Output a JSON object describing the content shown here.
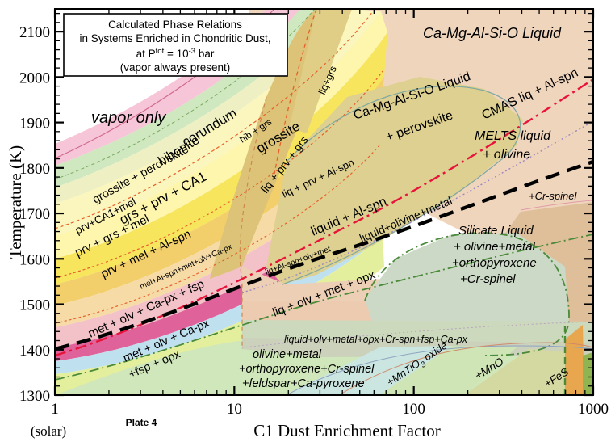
{
  "figure": {
    "plate_label": "Plate 4",
    "title_box": {
      "line1": "Calculated Phase Relations",
      "line2": "in Systems Enriched in Chondritic Dust,",
      "line3_pre": "at P",
      "line3_sup": "tot",
      "line3_mid": " = 10",
      "line3_exp": "-3",
      "line3_post": " bar",
      "line4": "(vapor always present)"
    }
  },
  "axes": {
    "ylabel": "Temperature (K)",
    "xlabel": "C1 Dust Enrichment Factor",
    "x_solar_note": "(solar)",
    "yticks": [
      "1300",
      "1400",
      "1500",
      "1600",
      "1700",
      "1800",
      "1900",
      "2000",
      "2100"
    ],
    "xticks": [
      "1",
      "10",
      "100",
      "1000"
    ]
  },
  "chart_data": {
    "type": "area",
    "title": "Calculated Phase Relations in Systems Enriched in Chondritic Dust, at Ptot = 10-3 bar",
    "xlabel": "C1 Dust Enrichment Factor",
    "ylabel": "Temperature (K)",
    "xscale": "log",
    "xlim": [
      1,
      1000
    ],
    "ylim": [
      1300,
      2150
    ],
    "grid": false,
    "legend": "none",
    "fields": [
      {
        "name": "vapor only",
        "color": "#ffffff"
      },
      {
        "name": "corundum",
        "color": "#f7c5d8"
      },
      {
        "name": "hibonite",
        "color": "#cfe8c0"
      },
      {
        "name": "hib + grs",
        "color": "#f3f3c0"
      },
      {
        "name": "grossite",
        "color": "#fbf5b8"
      },
      {
        "name": "grossite + perovskite",
        "color": "#fcf4a8"
      },
      {
        "name": "grs + prv + CA1",
        "color": "#f7e35c"
      },
      {
        "name": "prv+CA1+mel",
        "color": "#f2cf6a"
      },
      {
        "name": "prv + grs + mel",
        "color": "#f6d9a2"
      },
      {
        "name": "prv + mel + Al-spn",
        "color": "#f2bfc6"
      },
      {
        "name": "mel+Al-spn+met+olv+Ca-px",
        "color": "#e0629a"
      },
      {
        "name": "met + olv + Ca-px + fsp",
        "color": "#bfe0ef"
      },
      {
        "name": "met + olv + Ca-px +fsp + opx",
        "color": "#e2ee9e"
      },
      {
        "name": "liq+grs",
        "color": "#e0cd86"
      },
      {
        "name": "liq + prv + grs",
        "color": "#dcc377"
      },
      {
        "name": "Ca-Mg-Al-Si-O Liquid + perovskite",
        "color": "#ddd091"
      },
      {
        "name": "Ca-Mg-Al-Si-O Liquid",
        "color": "#f0d5bd"
      },
      {
        "name": "CMAS liq + Al-spn",
        "color": "#f0d5bd"
      },
      {
        "name": "MELTS liquid + olivine",
        "color": "#f0d5bd"
      },
      {
        "name": "liq + prv + Al-spn",
        "color": "#e6c9a8"
      },
      {
        "name": "liquid + Al-spn",
        "color": "#edcfb2"
      },
      {
        "name": "liq+Al-spn+olv+met",
        "color": "#eccfb4"
      },
      {
        "name": "liquid+olivine+metal",
        "color": "#eccbb0"
      },
      {
        "name": "liq + olv + met + opx",
        "color": "#ccd9bd"
      },
      {
        "name": "+Cr-spinel",
        "color": "#dfbf9a"
      },
      {
        "name": "Silicate Liquid + olivine+metal +orthopyroxene +Cr-spinel",
        "color": "#ccd9c6"
      },
      {
        "name": "liquid+olv+metal+opx+Cr-spn+fsp+Ca-px",
        "color": "#ccd1bc"
      },
      {
        "name": "olivine+metal +orthopyroxene+Cr-spinel +feldspar+Ca-pyroxene",
        "color": "#cce5b8"
      },
      {
        "name": "+MnTiO3 oxide",
        "color": "#cbe6e0"
      },
      {
        "name": "+MnO",
        "color": "#cfe5b6"
      },
      {
        "name": "+FeS",
        "color": "#d4d9a2"
      }
    ],
    "curves": [
      {
        "name": "black-dashed-boundary",
        "style": "dashed",
        "color": "#000000",
        "width": 4
      },
      {
        "name": "red-dashdot-boundary",
        "style": "dash-dot",
        "color": "#e8133a",
        "width": 2.5
      },
      {
        "name": "green-dashdot-boundary",
        "style": "dash-dot",
        "color": "#4a8a3a",
        "width": 2
      },
      {
        "name": "purple-dotted-boundary",
        "style": "dotted",
        "color": "#9a86c0",
        "width": 1.4
      },
      {
        "name": "orange-dashed-liquid-boundary",
        "style": "dashed",
        "color": "#e8602c",
        "width": 1.4
      }
    ]
  },
  "labels": {
    "vapor_only": "vapor only",
    "corundum": "corundum",
    "hibonite": "hibonite",
    "hib_grs": "hib + grs",
    "grossite": "grossite",
    "grossite_perovskite": "grossite + perovskite",
    "grs_prv_ca1": "grs + prv + CA1",
    "prv_ca1_mel": "prv+CA1+mel",
    "prv_grs_mel": "prv + grs + mel",
    "prv_mel_alspn": "prv + mel + Al-spn",
    "mel_alspn_met_olv_capx": "mel+Al-spn+met+olv+Ca-px",
    "met_olv_capx_fsp": "met + olv + Ca-px + fsp",
    "met_olv_capx_l2": "met + olv + Ca-px",
    "met_olv_capx_l3": "+fsp + opx",
    "liq_grs": "liq+grs",
    "liq_prv_grs": "liq + prv + grs",
    "camgalsio_liquid_perovskite_l1": "Ca-Mg-Al-Si-O Liquid",
    "camgalsio_liquid_perovskite_l2": "+ perovskite",
    "camgalsio_liquid": "Ca-Mg-Al-Si-O Liquid",
    "cmas_liq_alspn": "CMAS liq + Al-spn",
    "melts_liquid_l1": "MELTS liquid",
    "melts_liquid_l2": "+ olivine",
    "liq_prv_alspn": "liq + prv + Al-spn",
    "liquid_alspn": "liquid + Al-spn",
    "liq_alspn_olv_met": "liq+Al-spn+olv+met",
    "liquid_olivine_metal": "liquid+olivine+metal",
    "liq_olv_met_opx": "liq + olv + met + opx",
    "cr_spinel": "+Cr-spinel",
    "silicate_l1": "Silicate Liquid",
    "silicate_l2": "+ olivine+metal",
    "silicate_l3": "+orthopyroxene",
    "silicate_l4": "+Cr-spinel",
    "liquid_olv_metal_long": "liquid+olv+metal+opx+Cr-spn+fsp+Ca-px",
    "olivine_metal_l1": "olivine+metal",
    "olivine_metal_l2": "+orthopyroxene+Cr-spinel",
    "olivine_metal_l3": "+feldspar+Ca-pyroxene",
    "mntio3_pre": "+MnTiO",
    "mntio3_sub": "3",
    "mntio3_post": " oxide",
    "mno": "+MnO",
    "fes": "+FeS"
  }
}
